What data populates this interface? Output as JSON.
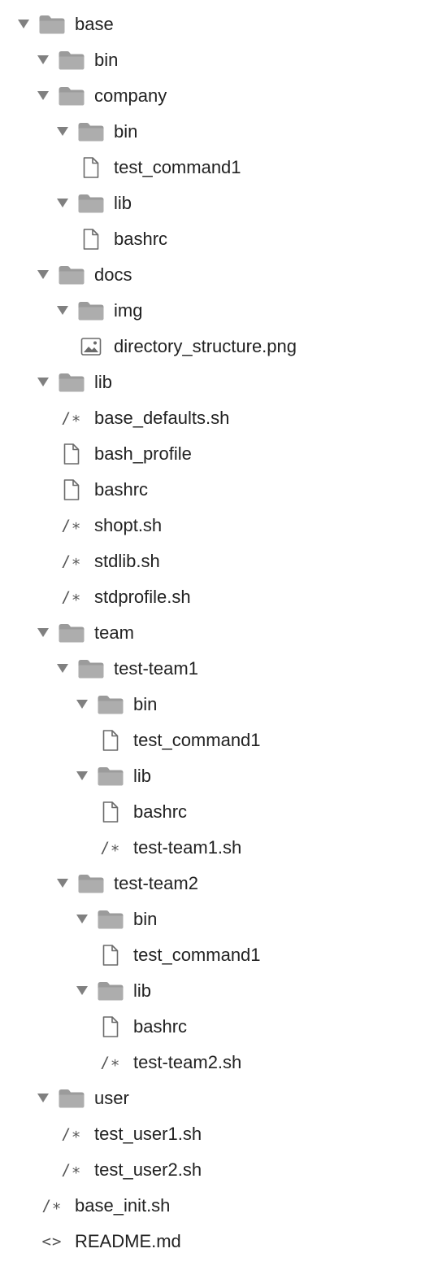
{
  "tree": [
    {
      "label": "base",
      "depth": 0,
      "type": "folder",
      "icon": "folder-icon"
    },
    {
      "label": "bin",
      "depth": 1,
      "type": "folder",
      "icon": "folder-icon"
    },
    {
      "label": "company",
      "depth": 1,
      "type": "folder",
      "icon": "folder-icon"
    },
    {
      "label": "bin",
      "depth": 2,
      "type": "folder",
      "icon": "folder-icon"
    },
    {
      "label": "test_command1",
      "depth": 3,
      "type": "file",
      "icon": "file-icon"
    },
    {
      "label": "lib",
      "depth": 2,
      "type": "folder",
      "icon": "folder-icon"
    },
    {
      "label": "bashrc",
      "depth": 3,
      "type": "file",
      "icon": "file-icon"
    },
    {
      "label": "docs",
      "depth": 1,
      "type": "folder",
      "icon": "folder-icon"
    },
    {
      "label": "img",
      "depth": 2,
      "type": "folder",
      "icon": "folder-icon"
    },
    {
      "label": "directory_structure.png",
      "depth": 3,
      "type": "image",
      "icon": "image-file-icon"
    },
    {
      "label": "lib",
      "depth": 1,
      "type": "folder",
      "icon": "folder-icon"
    },
    {
      "label": "base_defaults.sh",
      "depth": 2,
      "type": "script",
      "icon": "script-file-icon"
    },
    {
      "label": "bash_profile",
      "depth": 2,
      "type": "file",
      "icon": "file-icon"
    },
    {
      "label": "bashrc",
      "depth": 2,
      "type": "file",
      "icon": "file-icon"
    },
    {
      "label": "shopt.sh",
      "depth": 2,
      "type": "script",
      "icon": "script-file-icon"
    },
    {
      "label": "stdlib.sh",
      "depth": 2,
      "type": "script",
      "icon": "script-file-icon"
    },
    {
      "label": "stdprofile.sh",
      "depth": 2,
      "type": "script",
      "icon": "script-file-icon"
    },
    {
      "label": "team",
      "depth": 1,
      "type": "folder",
      "icon": "folder-icon"
    },
    {
      "label": "test-team1",
      "depth": 2,
      "type": "folder",
      "icon": "folder-icon"
    },
    {
      "label": "bin",
      "depth": 3,
      "type": "folder",
      "icon": "folder-icon"
    },
    {
      "label": "test_command1",
      "depth": 4,
      "type": "file",
      "icon": "file-icon"
    },
    {
      "label": "lib",
      "depth": 3,
      "type": "folder",
      "icon": "folder-icon"
    },
    {
      "label": "bashrc",
      "depth": 4,
      "type": "file",
      "icon": "file-icon"
    },
    {
      "label": "test-team1.sh",
      "depth": 4,
      "type": "script",
      "icon": "script-file-icon"
    },
    {
      "label": "test-team2",
      "depth": 2,
      "type": "folder",
      "icon": "folder-icon"
    },
    {
      "label": "bin",
      "depth": 3,
      "type": "folder",
      "icon": "folder-icon"
    },
    {
      "label": "test_command1",
      "depth": 4,
      "type": "file",
      "icon": "file-icon"
    },
    {
      "label": "lib",
      "depth": 3,
      "type": "folder",
      "icon": "folder-icon"
    },
    {
      "label": "bashrc",
      "depth": 4,
      "type": "file",
      "icon": "file-icon"
    },
    {
      "label": "test-team2.sh",
      "depth": 4,
      "type": "script",
      "icon": "script-file-icon"
    },
    {
      "label": "user",
      "depth": 1,
      "type": "folder",
      "icon": "folder-icon"
    },
    {
      "label": "test_user1.sh",
      "depth": 2,
      "type": "script",
      "icon": "script-file-icon"
    },
    {
      "label": "test_user2.sh",
      "depth": 2,
      "type": "script",
      "icon": "script-file-icon"
    },
    {
      "label": "base_init.sh",
      "depth": 1,
      "type": "script",
      "icon": "script-file-icon"
    },
    {
      "label": "README.md",
      "depth": 1,
      "type": "markup",
      "icon": "markup-file-icon"
    }
  ],
  "colors": {
    "folder": "#a2a2a2",
    "folder_dark": "#8c8c8c",
    "chevron": "#808080",
    "file_stroke": "#6a6a6a",
    "text": "#222222"
  }
}
